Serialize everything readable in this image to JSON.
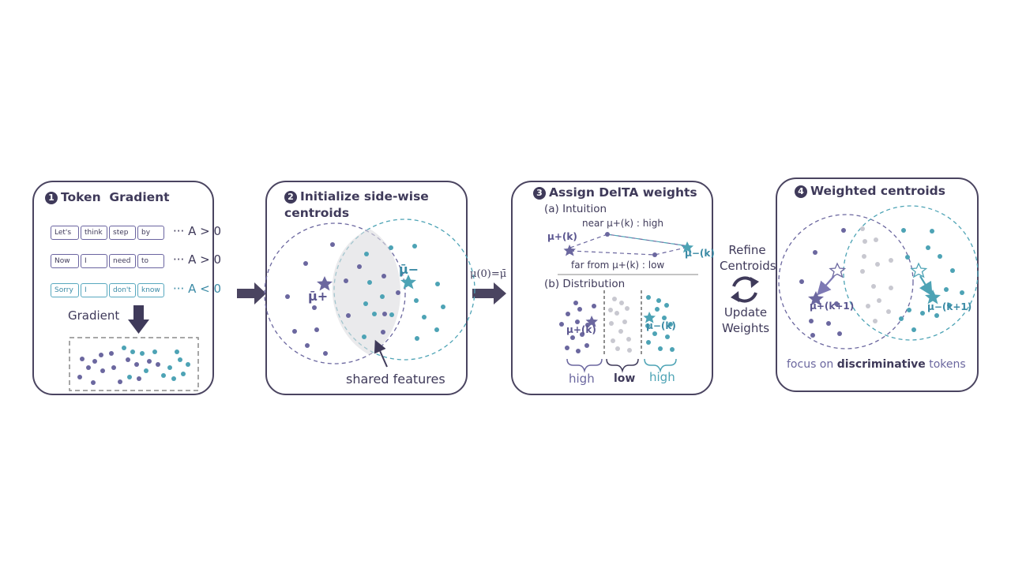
{
  "panel1": {
    "number": "1",
    "title": "Token  Gradient",
    "rows": [
      {
        "tokens": [
          "Let's",
          "think",
          "step",
          "by"
        ],
        "advantage": "··· A > 0"
      },
      {
        "tokens": [
          "Now",
          "I",
          "need",
          "to"
        ],
        "advantage": "··· A > 0"
      },
      {
        "tokens": [
          "Sorry",
          "I",
          "don't",
          "know"
        ],
        "advantage": "··· A < 0"
      }
    ],
    "gradient_label": "Gradient"
  },
  "panel2": {
    "number": "2",
    "title_line1": "Initialize side-wise",
    "title_line2": "centroids",
    "mu_plus": "μ̄+",
    "mu_minus": "μ̄−",
    "shared_label": "shared features"
  },
  "arrow_label": "μ(0)=μ̄",
  "panel3": {
    "number": "3",
    "title": "Assign DelTA weights",
    "intuition": "(a) Intuition",
    "near_label": "near μ+(k) : high",
    "far_label": "far from μ+(k) : low",
    "mu_plus_k": "μ+(k)",
    "mu_minus_k": "μ−(k)",
    "distribution": "(b) Distribution",
    "bracket_labels": [
      "high",
      "low",
      "high"
    ]
  },
  "loop": {
    "refine_line1": "Refine",
    "refine_line2": "Centroids",
    "update_line1": "Update",
    "update_line2": "Weights"
  },
  "panel4": {
    "number": "4",
    "title": "Weighted centroids",
    "mu_plus_k1": "μ+(k+1)",
    "mu_minus_k1": "μ−(k+1)",
    "caption_pre": "focus on",
    "caption_bold": "discriminative",
    "caption_post": "tokens"
  },
  "colors": {
    "dark": "#3f3a5a",
    "purple": "#6b679f",
    "teal": "#4da3b5",
    "gray_dot": "#c8c8d0"
  }
}
